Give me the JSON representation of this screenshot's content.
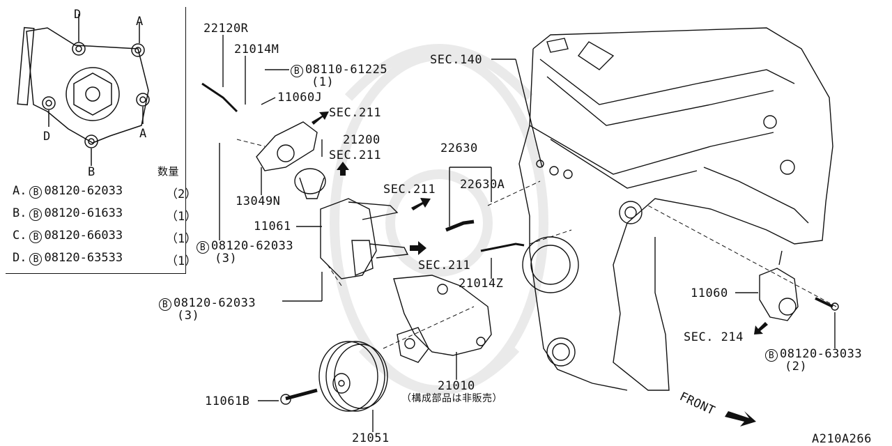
{
  "inset": {
    "corner_labels": {
      "top_left": "D",
      "top_right": "A",
      "mid_right": "A",
      "mid_left": "D",
      "bottom": "B"
    },
    "qty_header": "数量",
    "bolt_symbol": "B",
    "rows": [
      {
        "key": "A.",
        "part": "08120-62033",
        "qty": "（2）"
      },
      {
        "key": "B.",
        "part": "08120-61633",
        "qty": "（1）"
      },
      {
        "key": "C.",
        "part": "08120-66033",
        "qty": "（1）"
      },
      {
        "key": "D.",
        "part": "08120-63533",
        "qty": "（1）"
      }
    ]
  },
  "labels": {
    "p22120R": "22120R",
    "p21014M": "21014M",
    "p08110_61225": "08110-61225",
    "p08110_61225_qty": "(1)",
    "p11060J": "11060J",
    "sec211_a": "SEC.211",
    "p21200": "21200",
    "sec211_b": "SEC.211",
    "p13049N": "13049N",
    "p11061": "11061",
    "p08120_62033_a": "08120-62033",
    "p08120_62033_a_qty": "(3)",
    "p08120_62033_b": "08120-62033",
    "p08120_62033_b_qty": "(3)",
    "sec140": "SEC.140",
    "p22630": "22630",
    "p22630A": "22630A",
    "sec211_c": "SEC.211",
    "sec211_d": "SEC.211",
    "p21014Z": "21014Z",
    "p11060": "11060",
    "sec214": "SEC. 214",
    "p08120_63033": "08120-63033",
    "p08120_63033_qty": "(2)",
    "p21010": "21010",
    "p21010_note": "（構成部品は非販売）",
    "p11061B": "11061B",
    "p21051": "21051",
    "front": "FRONT",
    "diagram_code": "A210A266"
  },
  "colors": {
    "ink": "#111111",
    "background": "#ffffff"
  }
}
